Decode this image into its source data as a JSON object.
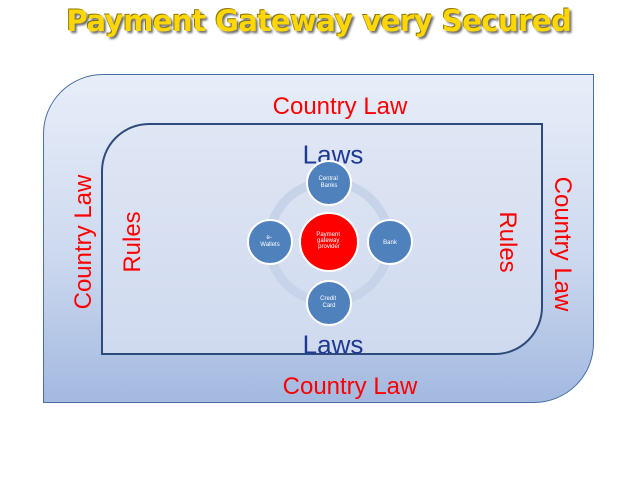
{
  "title": "Payment Gateway very Secured",
  "labels": {
    "country_law_top": "Country Law",
    "country_law_bottom": "Country Law",
    "country_law_left": "Country Law",
    "country_law_right": "Country Law",
    "laws_top": "Laws",
    "laws_bottom": "Laws",
    "rules_left": "Rules",
    "rules_right": "Rules"
  },
  "hub": {
    "center": [
      "Payment",
      "gateway",
      "provider"
    ],
    "top": [
      "Central",
      "Banks"
    ],
    "left": [
      "e-",
      "Wallets"
    ],
    "right": [
      "Bank"
    ],
    "bottom": [
      "Credit",
      "Card"
    ]
  },
  "colors": {
    "title": "#FFD700",
    "label_red": "#ff0000",
    "laws_blue": "#1f3a93",
    "node_blue": "#4f81bd",
    "center_red": "#ff0000",
    "ring": "#c7d3e8"
  }
}
